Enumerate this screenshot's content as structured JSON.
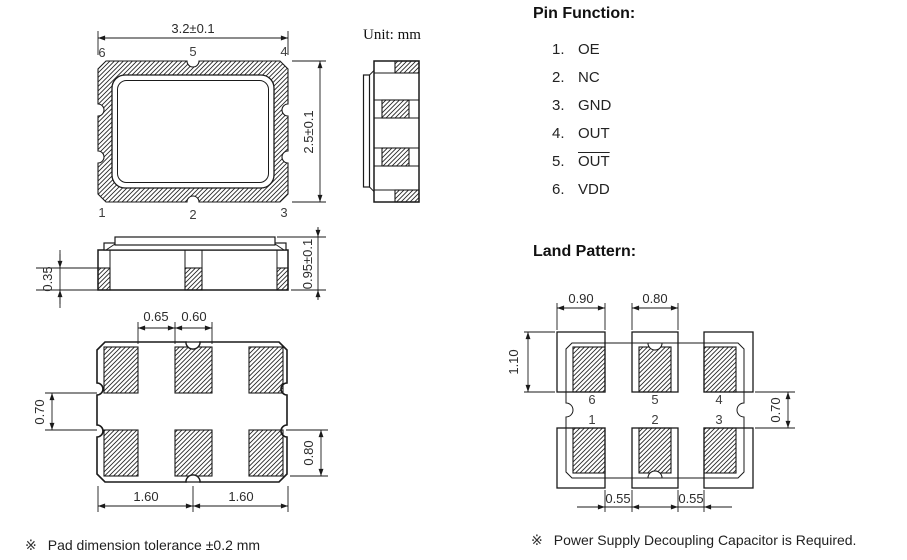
{
  "colors": {
    "ink": "#1a1a1a",
    "background": "#ffffff"
  },
  "unit_label": "Unit: mm",
  "pin_function": {
    "title": "Pin Function:",
    "items": [
      {
        "num": "1.",
        "label": "OE",
        "overline": false
      },
      {
        "num": "2.",
        "label": "NC",
        "overline": false
      },
      {
        "num": "3.",
        "label": "GND",
        "overline": false
      },
      {
        "num": "4.",
        "label": "OUT",
        "overline": false
      },
      {
        "num": "5.",
        "label": "OUT",
        "overline": true
      },
      {
        "num": "6.",
        "label": "VDD",
        "overline": false
      }
    ]
  },
  "top_view": {
    "dim_width": "3.2±0.1",
    "dim_height": "2.5±0.1",
    "pins": {
      "p1": "1",
      "p2": "2",
      "p3": "3",
      "p4": "4",
      "p5": "5",
      "p6": "6"
    }
  },
  "front_view": {
    "dim_pad_height": "0.35",
    "dim_total_height": "0.95±0.1"
  },
  "bottom_view": {
    "dim_pad_gap": "0.65",
    "dim_center_pad_width": "0.60",
    "dim_row_gap": "0.70",
    "dim_pad_height": "0.80",
    "dim_pitch_left": "1.60",
    "dim_pitch_right": "1.60"
  },
  "land_pattern": {
    "title": "Land Pattern:",
    "dim_outer_land_width": "0.90",
    "dim_center_land_width": "0.80",
    "dim_land_height": "1.10",
    "dim_row_gap": "0.70",
    "dim_gap_left": "0.55",
    "dim_gap_right": "0.55",
    "pins": {
      "p1": "1",
      "p2": "2",
      "p3": "3",
      "p4": "4",
      "p5": "5",
      "p6": "6"
    }
  },
  "notes": {
    "left": {
      "marker": "※",
      "text": "Pad dimension tolerance ±0.2 mm"
    },
    "right": {
      "marker": "※",
      "text": "Power Supply Decoupling Capacitor is Required."
    }
  }
}
